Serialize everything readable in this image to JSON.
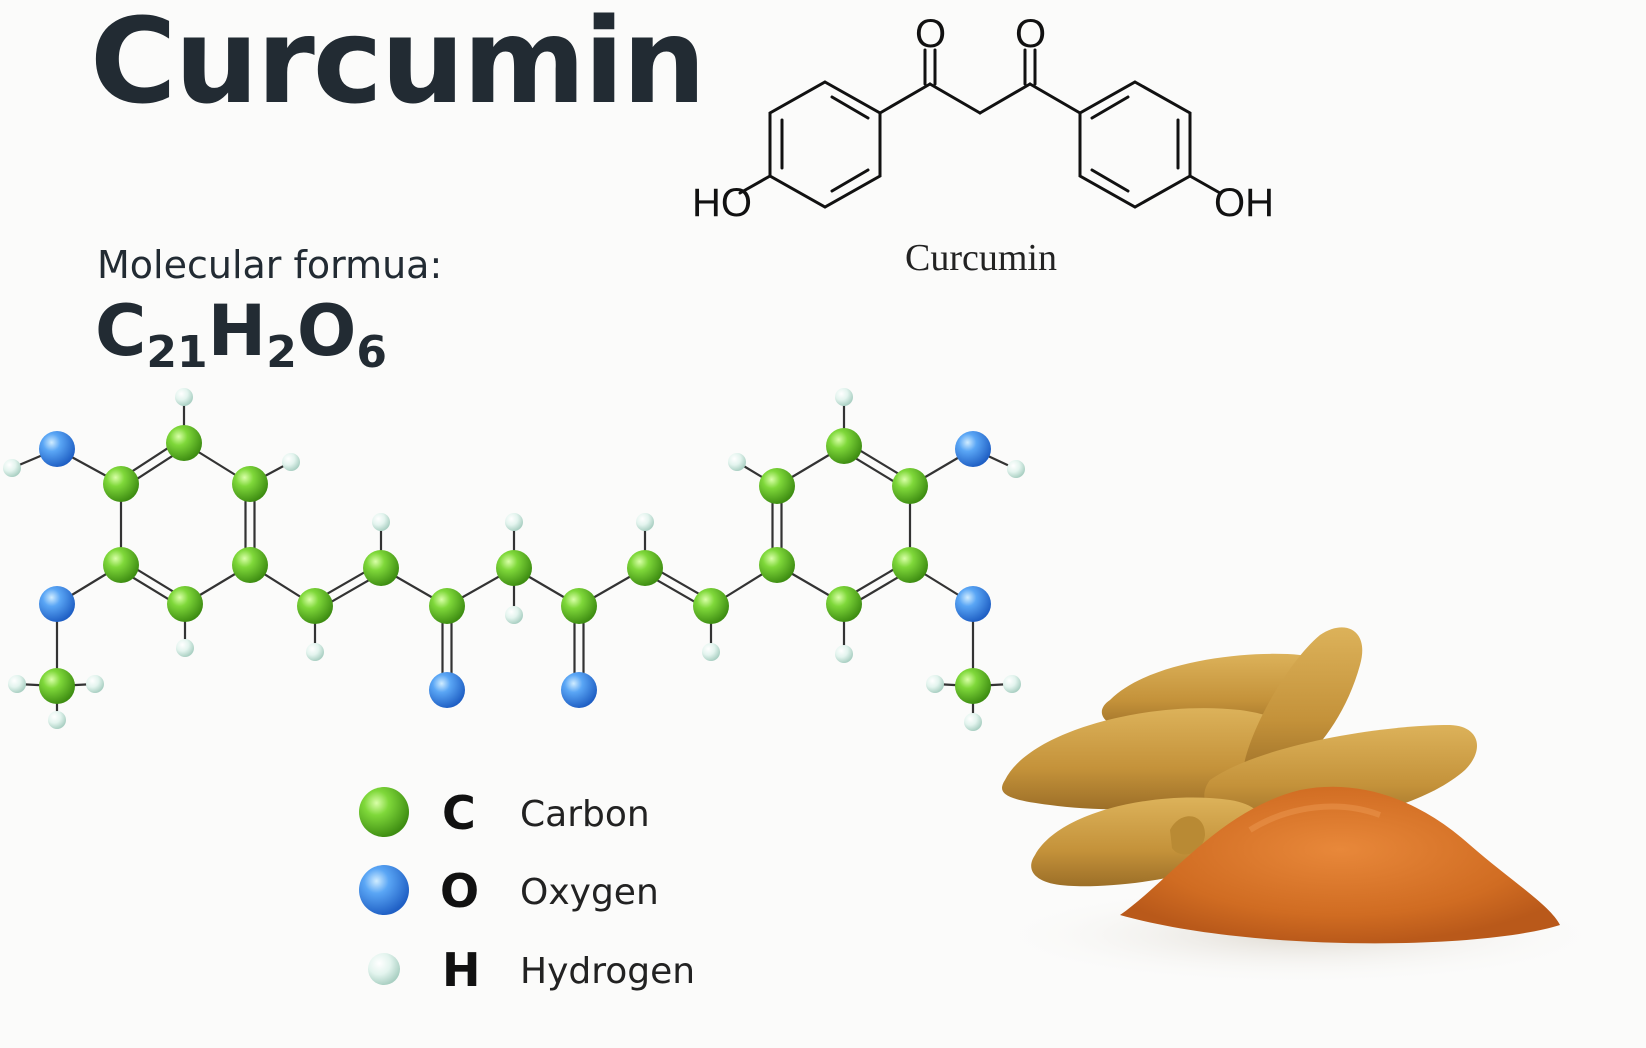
{
  "title": "Curcumin",
  "formula_label": "Molecular formua:",
  "formula": {
    "c": "C",
    "c_sub": "21",
    "h": "H",
    "h_sub": "2",
    "o": "O",
    "o_sub": "6"
  },
  "structure": {
    "oxygen_top_left": "O",
    "oxygen_top_right": "O",
    "hydroxyl_left": "HO",
    "hydroxyl_right": "OH",
    "caption": "Curcumin"
  },
  "legend": [
    {
      "symbol": "C",
      "name": "Carbon",
      "color": "#5fc21e"
    },
    {
      "symbol": "O",
      "name": "Oxygen",
      "color": "#3d8ff0"
    },
    {
      "symbol": "H",
      "name": "Hydrogen",
      "color": "#d6efe6"
    }
  ],
  "colors": {
    "text_dark": "#222b33",
    "carbon": "#5fc21e",
    "oxygen": "#3d8ff0",
    "hydrogen": "#d6efe6",
    "turmeric_root": "#c99a3c",
    "turmeric_powder": "#d9762a"
  },
  "icons": [
    "turmeric-image"
  ]
}
